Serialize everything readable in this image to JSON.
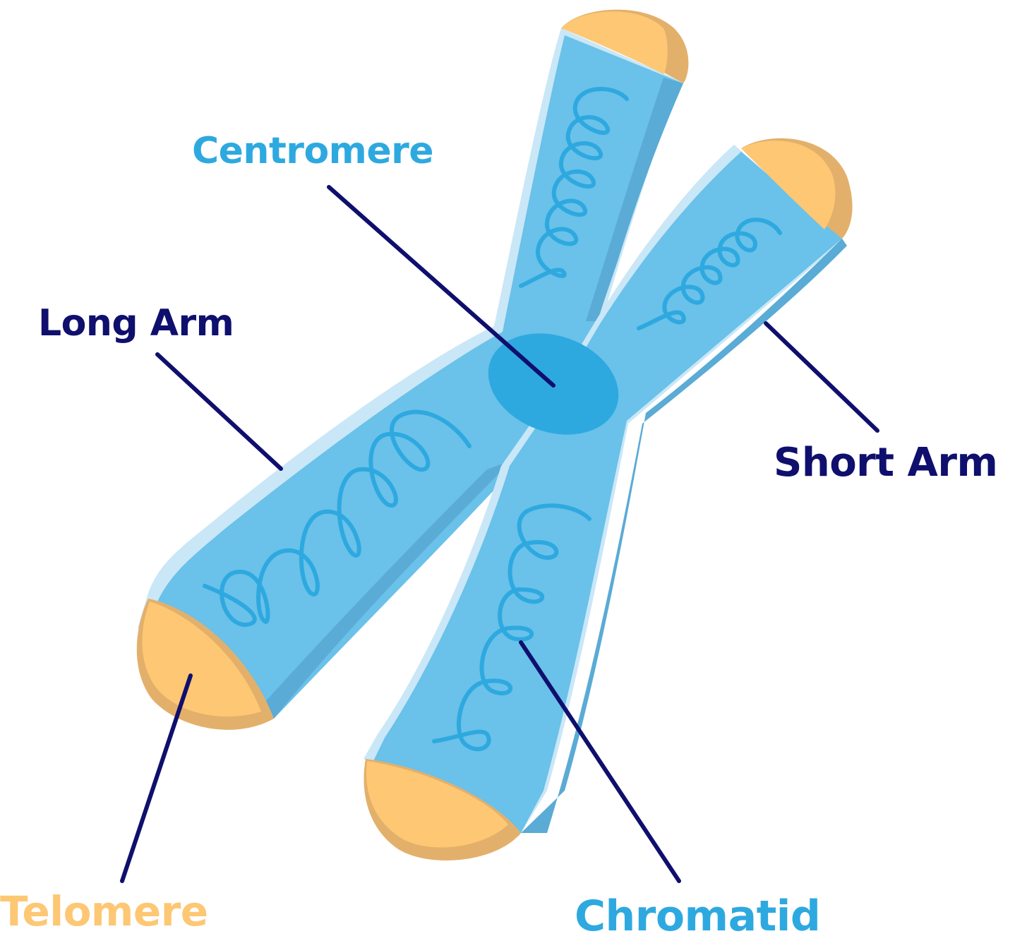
{
  "labels": {
    "centromere": "Centromere",
    "long_arm": "Long Arm",
    "short_arm": "Short Arm",
    "telomere": "Telomere",
    "chromatid": "Chromatid"
  },
  "colors": {
    "body": "#6ac1e9",
    "body_shadow": "#5aabd5",
    "body_highlight": "#c9e7f7",
    "telomere": "#fdc774",
    "telomere_shadow": "#e3b06b",
    "centromere": "#2ea9e0",
    "dna_coil": "#2ea9e0",
    "pointer": "#0f0f6e",
    "label_centromere": "#2ea9e0",
    "label_dark": "#0f0f6e",
    "label_telomere": "#fdc774",
    "label_chromatid": "#2ea9e0"
  }
}
